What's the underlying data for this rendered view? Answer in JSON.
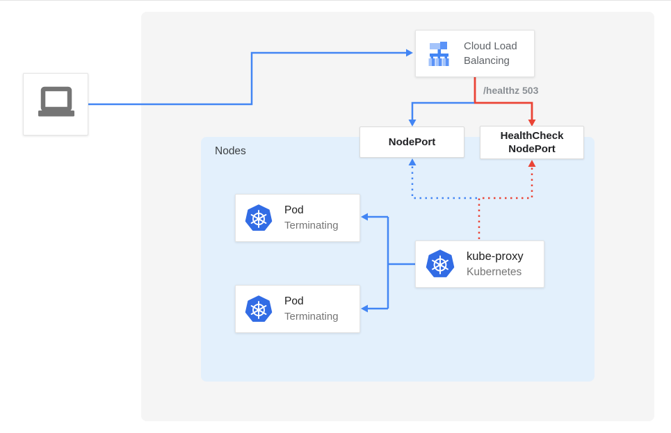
{
  "diagram_type": "kubernetes-load-balancing-architecture",
  "colors": {
    "accent_blue": "#4285F4",
    "accent_red": "#EA4335",
    "nodes_region_bg": "#E3F0FC",
    "outer_canvas_bg": "#F5F5F5",
    "kubernetes_blue": "#326CE5",
    "card_bg": "#FFFFFF",
    "title_text": "#202124",
    "muted_text": "#757575",
    "edge_label_text": "#8A8F94"
  },
  "nodes_region": {
    "label": "Nodes"
  },
  "client": {
    "icon": "laptop-icon"
  },
  "cloud_load_balancing": {
    "label": "Cloud Load Balancing",
    "icon": "cloud-load-balancing-icon"
  },
  "node_port": {
    "label": "NodePort"
  },
  "health_check_node_port": {
    "label": "HealthCheck NodePort"
  },
  "edge_labels": {
    "healthz": "/healthz 503"
  },
  "pods": [
    {
      "title": "Pod",
      "status": "Terminating",
      "icon": "kubernetes-icon"
    },
    {
      "title": "Pod",
      "status": "Terminating",
      "icon": "kubernetes-icon"
    }
  ],
  "kube_proxy": {
    "title": "kube-proxy",
    "subtitle": "Kubernetes",
    "icon": "kubernetes-icon"
  },
  "connections": [
    {
      "from": "client",
      "to": "cloud-load-balancing",
      "style": "solid",
      "color": "blue"
    },
    {
      "from": "cloud-load-balancing",
      "to": "node-port",
      "style": "solid",
      "color": "blue"
    },
    {
      "from": "cloud-load-balancing",
      "to": "health-check-node-port",
      "style": "solid",
      "color": "red",
      "label": "/healthz 503"
    },
    {
      "from": "kube-proxy",
      "to": "node-port",
      "style": "dotted",
      "color": "blue"
    },
    {
      "from": "kube-proxy",
      "to": "health-check-node-port",
      "style": "dotted",
      "color": "red"
    },
    {
      "from": "kube-proxy",
      "to": "pod-1",
      "style": "solid",
      "color": "blue"
    },
    {
      "from": "kube-proxy",
      "to": "pod-2",
      "style": "solid",
      "color": "blue"
    }
  ]
}
